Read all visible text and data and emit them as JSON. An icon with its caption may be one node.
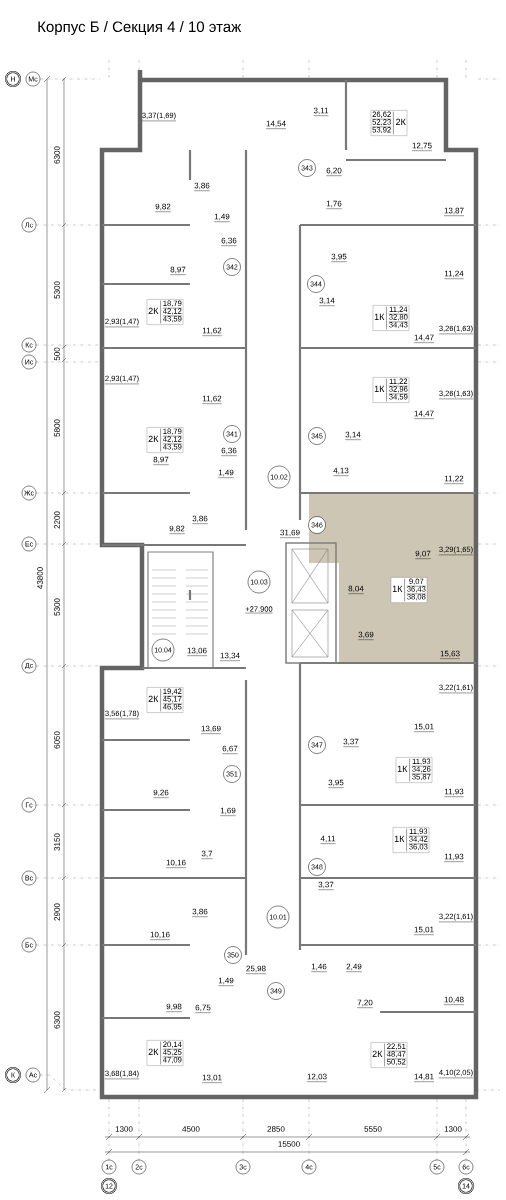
{
  "diagram": {
    "title": "Корпус Б / Секция 4 / 10 этаж",
    "nodes": [
      {
        "text": [
          "Н"
        ]
      },
      {
        "text": [
          "Мс"
        ]
      },
      {
        "text": [
          "Лс"
        ]
      },
      {
        "text": [
          "Кс"
        ]
      },
      {
        "text": [
          "Ис"
        ]
      },
      {
        "text": [
          "Жс"
        ]
      },
      {
        "text": [
          "Ес"
        ]
      },
      {
        "text": [
          "Дс"
        ]
      },
      {
        "text": [
          "Гс"
        ]
      },
      {
        "text": [
          "Вс"
        ]
      },
      {
        "text": [
          "Бс"
        ]
      },
      {
        "text": [
          "К"
        ]
      },
      {
        "text": [
          "Ас"
        ]
      },
      {
        "text": [
          "1с"
        ]
      },
      {
        "text": [
          "12"
        ]
      },
      {
        "text": [
          "2с"
        ]
      },
      {
        "text": [
          "3с"
        ]
      },
      {
        "text": [
          "4с"
        ]
      },
      {
        "text": [
          "5с"
        ]
      },
      {
        "text": [
          "6с"
        ]
      },
      {
        "text": [
          "14"
        ]
      },
      {
        "text": [
          "343"
        ]
      },
      {
        "text": [
          "342"
        ]
      },
      {
        "text": [
          "344"
        ]
      },
      {
        "text": [
          "341"
        ]
      },
      {
        "text": [
          "345"
        ]
      },
      {
        "text": [
          "10.02"
        ]
      },
      {
        "text": [
          "346"
        ]
      },
      {
        "text": [
          "10.03"
        ]
      },
      {
        "text": [
          "10.04"
        ]
      },
      {
        "text": [
          "347"
        ]
      },
      {
        "text": [
          "351"
        ]
      },
      {
        "text": [
          "348"
        ]
      },
      {
        "text": [
          "10.01"
        ]
      },
      {
        "text": [
          "350"
        ]
      },
      {
        "text": [
          "349"
        ]
      },
      {
        "text": [
          "2К",
          "26,62",
          "52,23",
          "53,92"
        ]
      },
      {
        "text": [
          "2К",
          "18,79",
          "42,12",
          "43,59"
        ]
      },
      {
        "text": [
          "1К",
          "11,24",
          "32,80",
          "34,43"
        ]
      },
      {
        "text": [
          "1К",
          "11,22",
          "32,96",
          "34,59"
        ]
      },
      {
        "text": [
          "2К",
          "18,79",
          "42,12",
          "43,59"
        ]
      },
      {
        "text": [
          "1К",
          "9,07",
          "36,43",
          "38,08"
        ]
      },
      {
        "text": [
          "2К",
          "19,42",
          "45,17",
          "46,95"
        ]
      },
      {
        "text": [
          "1К",
          "11,93",
          "34,26",
          "35,87"
        ]
      },
      {
        "text": [
          "1К",
          "11,93",
          "34,42",
          "36,03"
        ]
      },
      {
        "text": [
          "2К",
          "20,14",
          "45,25",
          "47,09"
        ]
      },
      {
        "text": [
          "2К",
          "22,51",
          "48,47",
          "50,52"
        ]
      }
    ],
    "labels": [
      "6300",
      "3,37(1,69)",
      "3,11",
      "14,54",
      "12,75",
      "6,20",
      "3,86",
      "9,82",
      "1,76",
      "13,87",
      "1,49",
      "6,36",
      "3,95",
      "8,97",
      "11,24",
      "5300",
      "3,14",
      "2,93(1,47)",
      "3,26(1,63)",
      "11,62",
      "14,47",
      "500",
      "2,93(1,47)",
      "3,26(1,63)",
      "11,62",
      "14,47",
      "5800",
      "3,14",
      "6,36",
      "8,97",
      "4,13",
      "1,49",
      "11,22",
      "2200",
      "3,86",
      "9,82",
      "31,69",
      "3,29(1,65)",
      "9,07",
      "43800",
      "8,04",
      "5300",
      "+27.900",
      "3,69",
      "13,06",
      "15,63",
      "13,34",
      "3,22(1,61)",
      "3,56(1,78)",
      "15,01",
      "13,69",
      "6050",
      "3,37",
      "6,67",
      "3,95",
      "11,93",
      "9,26",
      "1,69",
      "4,11",
      "3150",
      "3,7",
      "11,93",
      "10,16",
      "3,37",
      "2900",
      "3,86",
      "3,22(1,61)",
      "15,01",
      "10,16",
      "1,46",
      "2,49",
      "25,98",
      "1,49",
      "10,48",
      "7,20",
      "9,98",
      "6,75",
      "6300",
      "4,10(2,05)",
      "3,68(1,84)",
      "12,03",
      "13,01",
      "14,81",
      "1300",
      "4500",
      "2850",
      "5550",
      "1300",
      "15500"
    ]
  }
}
